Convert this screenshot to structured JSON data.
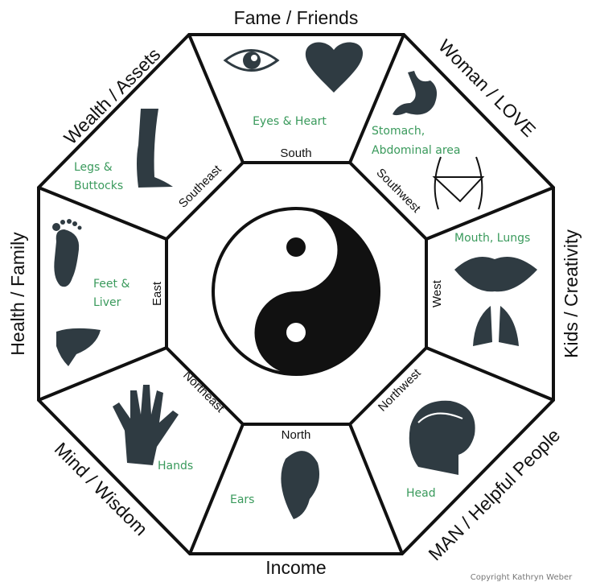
{
  "areas": {
    "south": "Fame / Friends",
    "southwest": "Woman / LOVE",
    "west": "Kids / Creativity",
    "northwest": "MAN / Helpful People",
    "north": "Income",
    "northeast": "Mind / Wisdom",
    "east": "Health / Family",
    "southeast": "Wealth / Assets"
  },
  "directions": {
    "south": "South",
    "southwest": "Southwest",
    "west": "West",
    "northwest": "Northwest",
    "north": "North",
    "northeast": "Northeast",
    "east": "East",
    "southeast": "Southeast"
  },
  "body_parts": {
    "south": "Eyes & Heart",
    "southwest_1": "Stomach,",
    "southwest_2": "Abdominal area",
    "west": "Mouth, Lungs",
    "northwest": "Head",
    "north": "Ears",
    "northeast": "Hands",
    "east_1": "Feet &",
    "east_2": "Liver",
    "southeast_1": "Legs &",
    "southeast_2": "Buttocks"
  },
  "copyright": "Copyright Kathryn Weber",
  "colors": {
    "body_text": "#3a9a5c",
    "icon": "#2f3b42"
  }
}
